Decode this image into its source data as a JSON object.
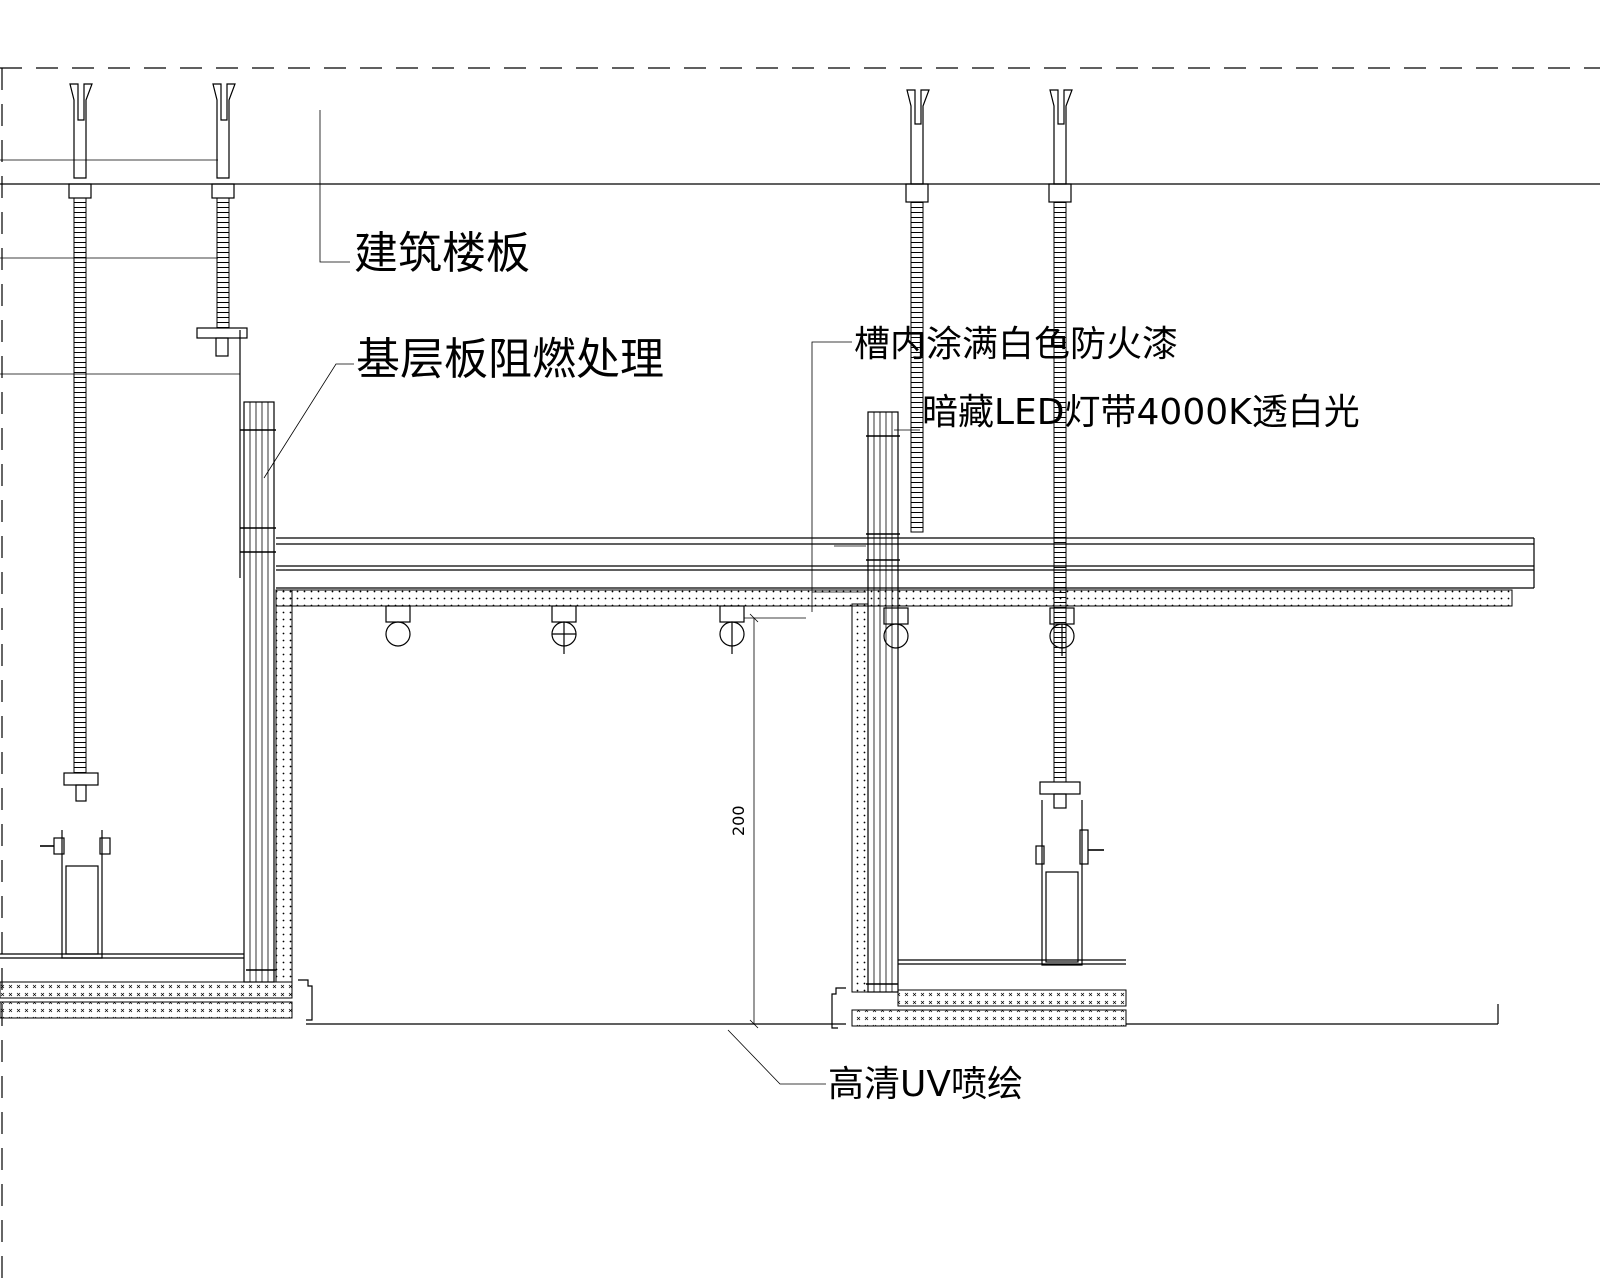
{
  "labels": {
    "floor_slab": "建筑楼板",
    "base_board": "基层板阻燃处理",
    "groove_paint": "槽内涂满白色防火漆",
    "led_strip": "暗藏LED灯带4000K透白光",
    "uv_print": "高清UV喷绘"
  },
  "dimensions": {
    "trough_depth": "200"
  },
  "colors": {
    "line": "#000000",
    "background": "#ffffff"
  }
}
